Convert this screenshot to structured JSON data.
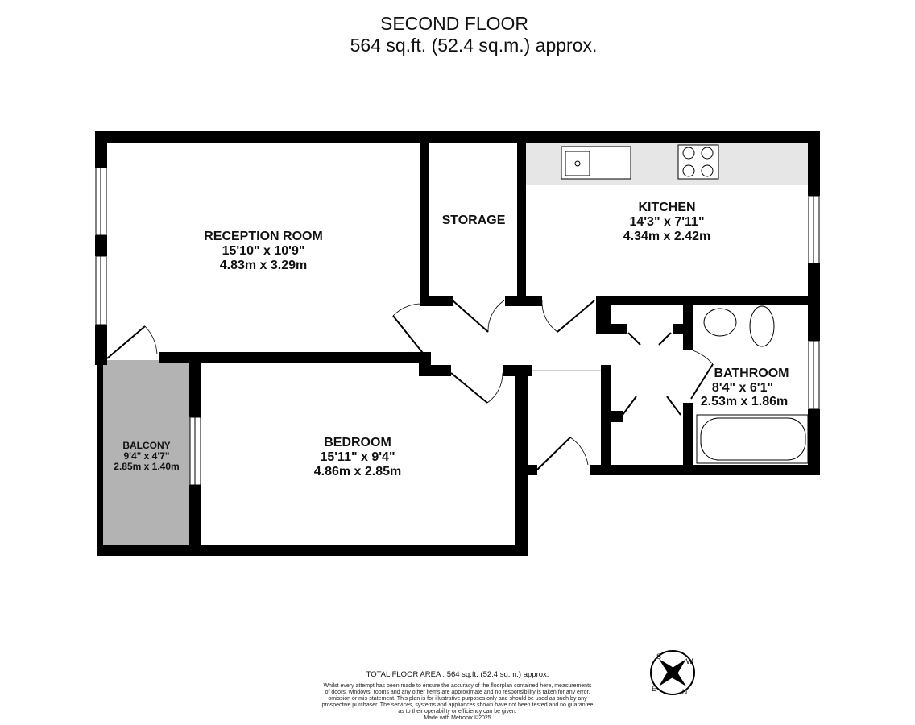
{
  "header": {
    "floor": "SECOND FLOOR",
    "area": "564 sq.ft. (52.4 sq.m.) approx."
  },
  "rooms": [
    {
      "name": "RECEPTION ROOM",
      "imperial": "15'10\"  x 10'9\"",
      "metric": "4.83m  x 3.29m"
    },
    {
      "name": "STORAGE"
    },
    {
      "name": "KITCHEN",
      "imperial": "14'3\"  x 7'11\"",
      "metric": "4.34m  x 2.42m"
    },
    {
      "name": "BATHROOM",
      "imperial": "8'4\"  x 6'1\"",
      "metric": "2.53m  x 1.86m"
    },
    {
      "name": "BEDROOM",
      "imperial": "15'11\"  x 9'4\"",
      "metric": "4.86m  x 2.85m"
    },
    {
      "name": "BALCONY",
      "imperial": "9'4\"  x 4'7\"",
      "metric": "2.85m  x 1.40m"
    }
  ],
  "footer": {
    "total": "TOTAL FLOOR AREA : 564 sq.ft. (52.4 sq.m.) approx.",
    "disclaimer": [
      "Whilst every attempt has been made to ensure the accuracy of the floorplan contained here, measurements",
      "of doors, windows, rooms and any other items are approximate and no responsibility is taken for any error,",
      "omission or mis-statement. This plan is for illustrative purposes only and should be used as such by any",
      "prospective purchaser. The services, systems and appliances shown have not been tested and no guarantee",
      "as to their operability or efficiency can be given."
    ],
    "credit": "Made with Metropix ©2025"
  },
  "compass": {
    "labels": [
      "S",
      "W",
      "N",
      "E"
    ]
  },
  "colors": {
    "wall": "#000000",
    "balcony": "#b3b3b3",
    "counter": "#e6e6e6"
  }
}
